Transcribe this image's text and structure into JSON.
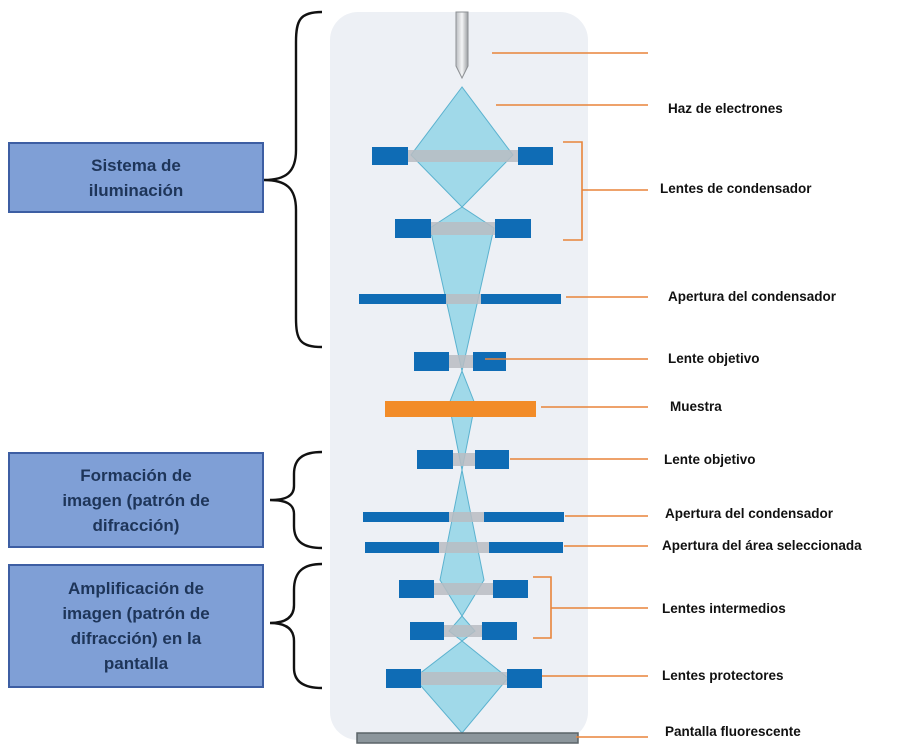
{
  "groups": {
    "illumination": "Sistema de\niluminación",
    "image_formation": "Formación de\nimagen (patrón de\ndifracción)",
    "magnification": "Amplificación de\nimagen (patrón de\ndifracción) en la\npantalla"
  },
  "labels": {
    "beam": "Haz de electrones",
    "condenser_lenses": "Lentes de condensador",
    "condenser_aperture_1": "Apertura del condensador",
    "objective_lens_1": "Lente objetivo",
    "specimen": "Muestra",
    "objective_lens_2": "Lente objetivo",
    "condenser_aperture_2": "Apertura del condensador",
    "selected_area_aperture": "Apertura del área seleccionada",
    "intermediate_lenses": "Lentes intermedios",
    "projector_lenses": "Lentes protectores",
    "screen": "Pantalla fluorescente"
  },
  "colors": {
    "lens": "#0f6cb5",
    "beam": "#8fd3e6",
    "specimen": "#f28c28",
    "leader": "#e8843a",
    "column": "#edf0f5"
  }
}
